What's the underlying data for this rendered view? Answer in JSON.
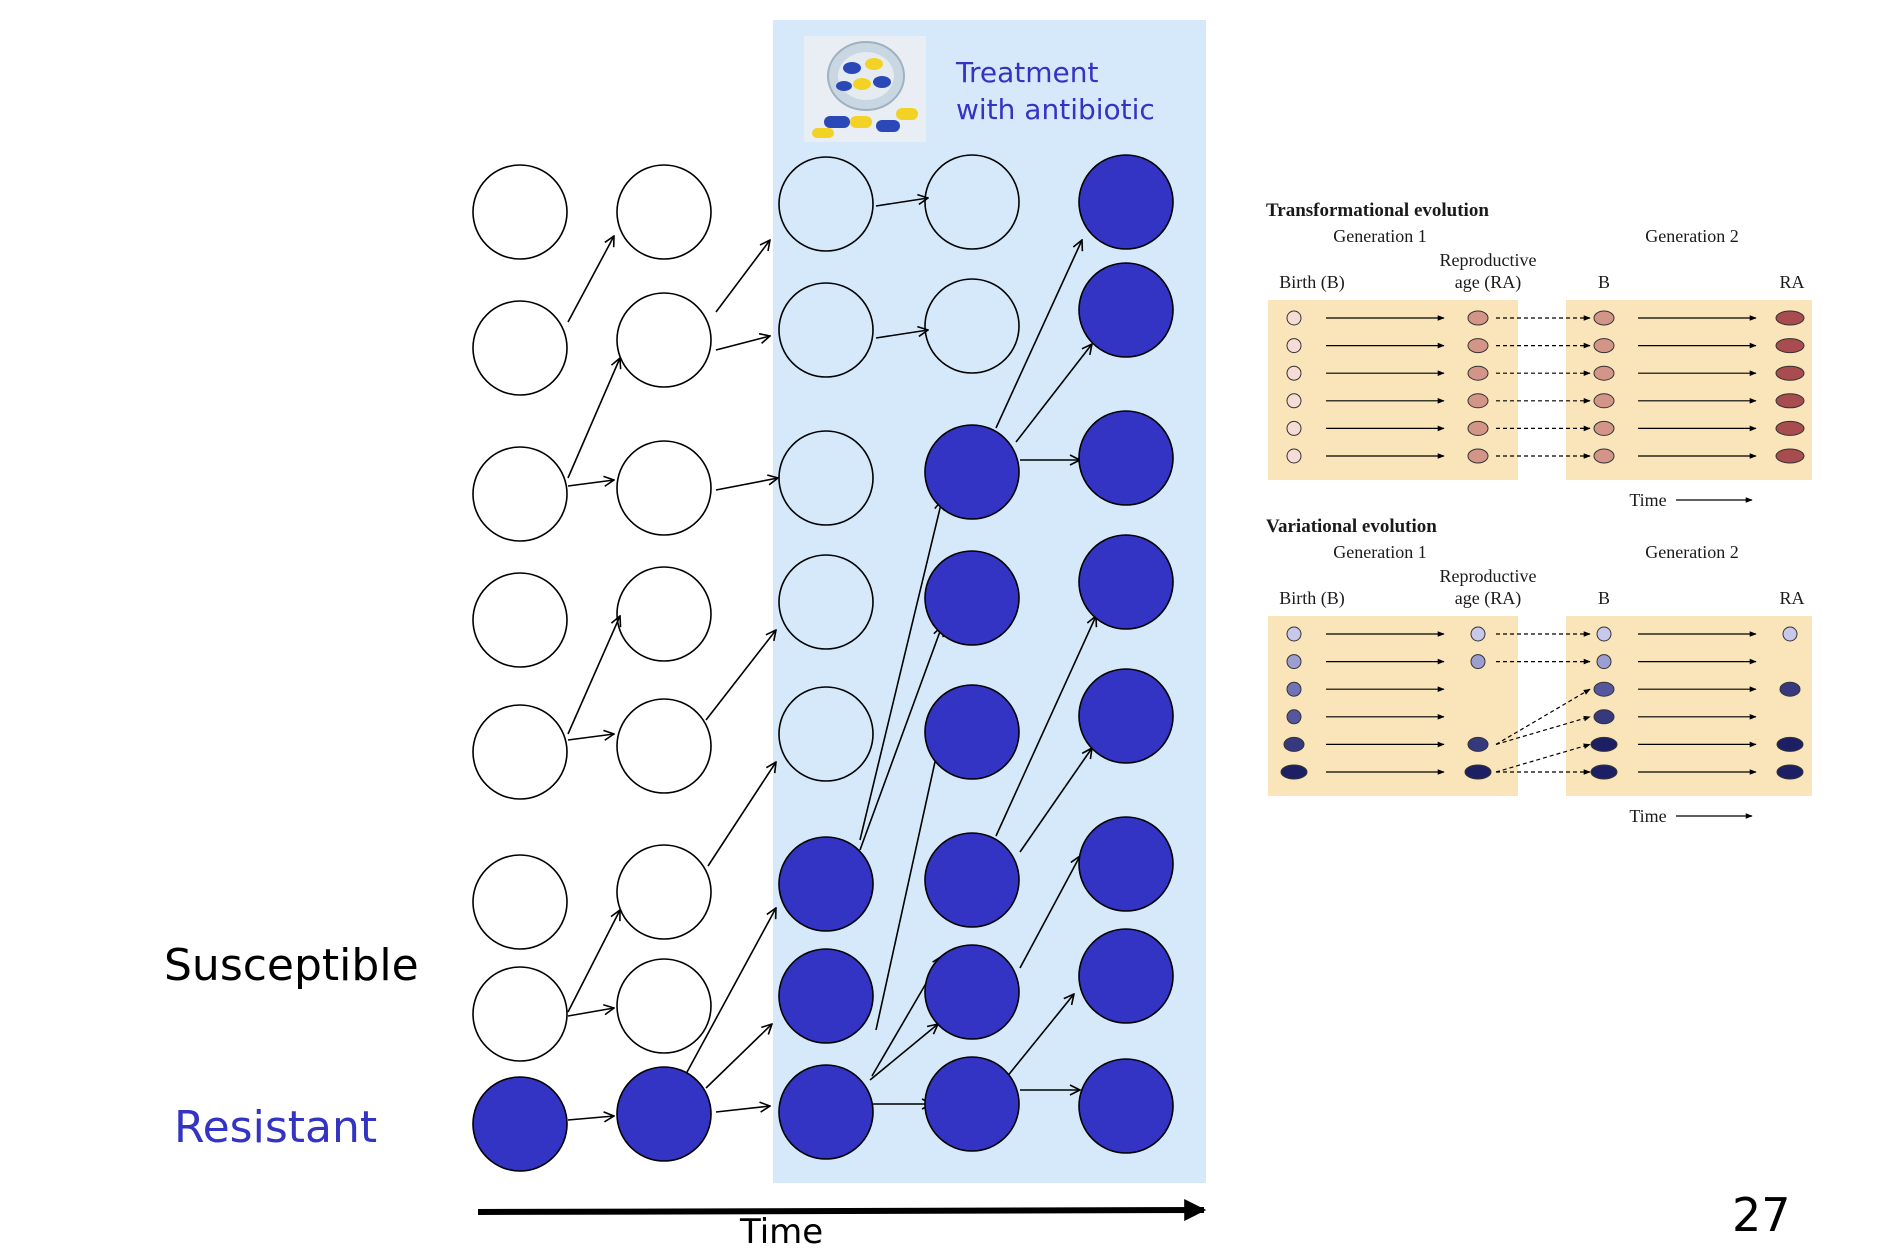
{
  "labels": {
    "susceptible": "Susceptible",
    "resistant": "Resistant",
    "time": "Time",
    "page_number": "27"
  },
  "treatment": {
    "line1": "Treatment",
    "line2": "with antibiotic",
    "icon": "antibiotic-pills-icon"
  },
  "colors": {
    "resistant": "#3333c4",
    "susceptible": "#ffffff",
    "treatment_zone": "#d5e9fa",
    "label_blue": "#3333c4",
    "panel": "#f9e5b9"
  },
  "evolution_panels": [
    {
      "title": "Transformational evolution",
      "generation1": "Generation 1",
      "generation2": "Generation 2",
      "birth_label": "Birth (B)",
      "ra_label_line1": "Reproductive",
      "ra_label_line2": "age (RA)",
      "b_label": "B",
      "ra_label": "RA",
      "time_label": "Time"
    },
    {
      "title": "Variational evolution",
      "generation1": "Generation 1",
      "generation2": "Generation 2",
      "birth_label": "Birth (B)",
      "ra_label_line1": "Reproductive",
      "ra_label_line2": "age (RA)",
      "b_label": "B",
      "ra_label": "RA",
      "time_label": "Time"
    }
  ]
}
